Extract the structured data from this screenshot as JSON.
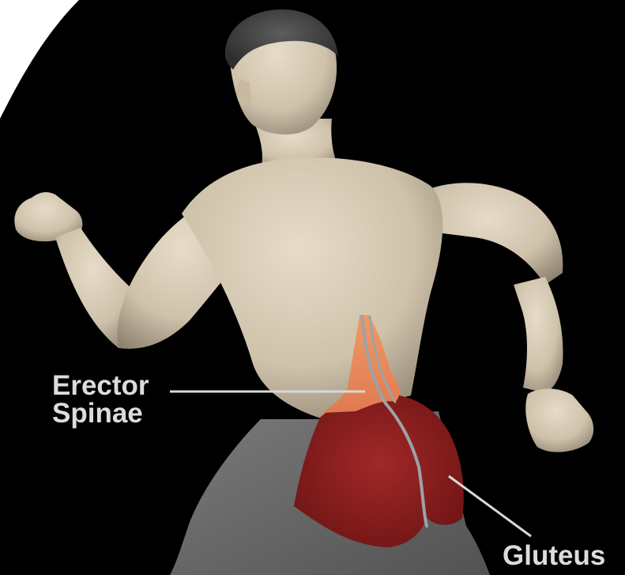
{
  "labels": {
    "erector_line1": "Erector",
    "erector_line2": "Spinae",
    "gluteus": "Gluteus"
  },
  "colors": {
    "background": "#000000",
    "surround": "#ffffff",
    "skin": "#d9cdb8",
    "shorts": "#6f6f6f",
    "gluteus_highlight": "#8b1d1d",
    "erector_highlight": "#e8875a",
    "hair": "#4a4a4a",
    "leader_line": "#d8d8d8",
    "label_text": "#dcdcdc"
  }
}
